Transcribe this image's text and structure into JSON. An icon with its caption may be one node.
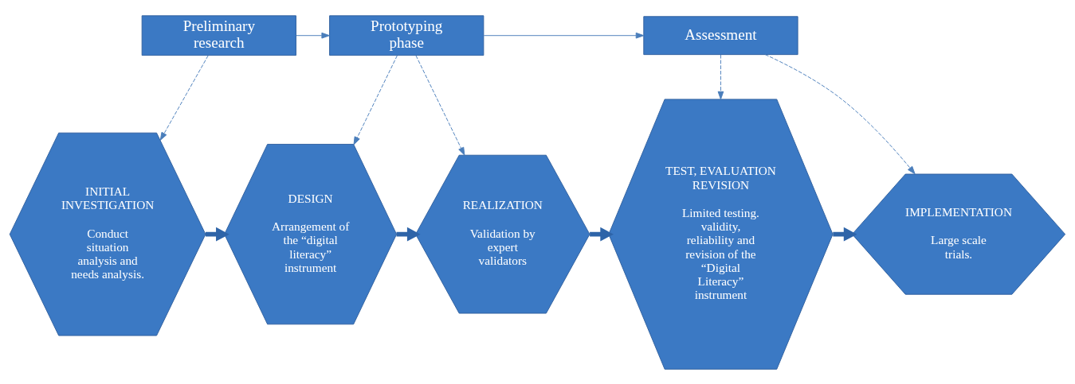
{
  "diagram": {
    "nodes": [
      {
        "text": [
          "Preliminary research"
        ]
      },
      {
        "text": [
          "Prototyping phase"
        ]
      },
      {
        "text": [
          "Assessment"
        ]
      },
      {
        "text": [
          "INITIAL INVESTIGATION",
          "Conduct situation analysis and needs analysis."
        ]
      },
      {
        "text": [
          "DESIGN",
          "Arrangement of the “digital literacy” instrument"
        ]
      },
      {
        "text": [
          "REALIZATION",
          "Validation by expert validators"
        ]
      },
      {
        "text": [
          "TEST, EVALUATION REVISION",
          "Limited testing. validity, reliability and revision of the “Digital Literacy” instrument"
        ]
      },
      {
        "text": [
          "IMPLEMENTATION",
          "Large scale trials."
        ]
      }
    ],
    "edges": [
      {
        "from": 0,
        "to": 1,
        "arrow": "to"
      },
      {
        "from": 1,
        "to": 2,
        "arrow": "to"
      },
      {
        "from": 0,
        "to": 3,
        "arrow": "to",
        "style": "dashed"
      },
      {
        "from": 1,
        "to": 4,
        "arrow": "to",
        "style": "dashed"
      },
      {
        "from": 1,
        "to": 5,
        "arrow": "to",
        "style": "dashed"
      },
      {
        "from": 2,
        "to": 6,
        "arrow": "to",
        "style": "dashed"
      },
      {
        "from": 2,
        "to": 7,
        "arrow": "to",
        "style": "dashed"
      },
      {
        "from": 3,
        "to": 4,
        "arrow": "to",
        "style": "thick"
      },
      {
        "from": 4,
        "to": 5,
        "arrow": "to",
        "style": "thick"
      },
      {
        "from": 5,
        "to": 6,
        "arrow": "to",
        "style": "thick"
      },
      {
        "from": 6,
        "to": 7,
        "arrow": "to",
        "style": "thick"
      }
    ]
  }
}
